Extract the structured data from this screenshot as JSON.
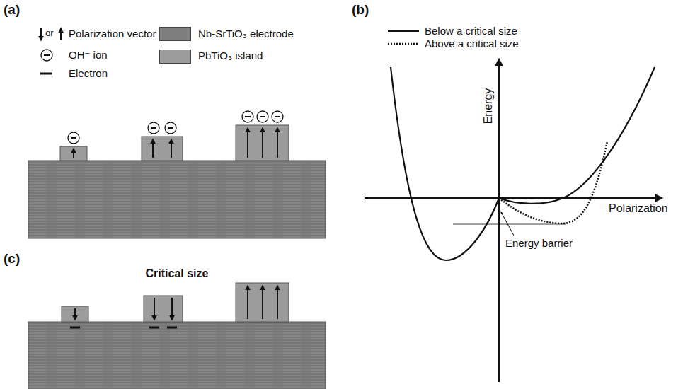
{
  "diagram": {
    "labels": [
      "(a)",
      "or",
      "(b)",
      "Energy",
      "Polarization",
      "Energy barrier",
      "(c)",
      "Critical size"
    ],
    "legend": [
      {
        "text": "Polarization vector"
      },
      {
        "text": "OH⁻ ion"
      },
      {
        "text": "Electron"
      },
      {
        "text": "Nb-SrTiO₃ electrode",
        "color": "#7f7f7f"
      },
      {
        "text": "PbTiO₃ island",
        "color": "#9c9c9c"
      },
      {
        "text": "Below a critical size"
      },
      {
        "text": "Above a critical size"
      }
    ]
  }
}
